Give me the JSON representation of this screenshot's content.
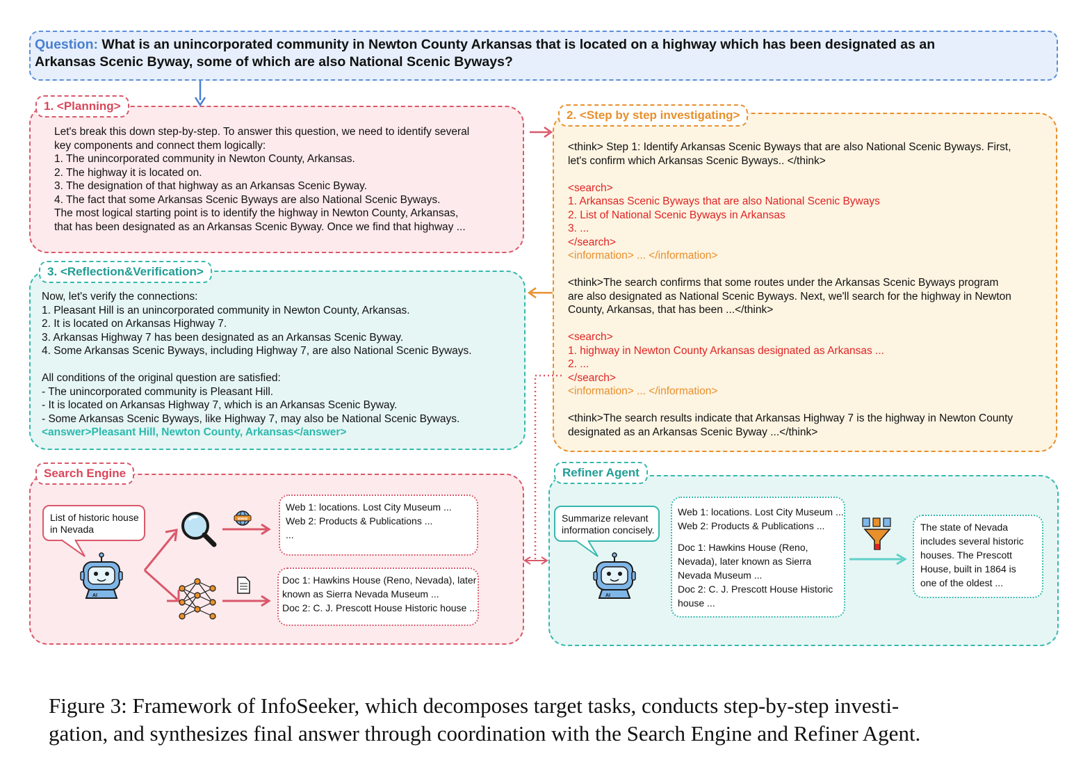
{
  "question": {
    "label": "Question:",
    "line1": "What is an unincorporated community in Newton County Arkansas that is located on a highway which has been designated as an",
    "line2": "Arkansas Scenic Byway, some of which are also National Scenic Byways?"
  },
  "planning": {
    "title": "1. <Planning>",
    "lines": [
      "Let's break this down step-by-step. To answer this question, we need to identify several",
      "key components and connect them logically:",
      "1. The unincorporated community in Newton County, Arkansas.",
      "2. The highway it is located on.",
      "3. The designation of that highway as an Arkansas Scenic Byway.",
      "4. The fact that some Arkansas Scenic Byways are also National Scenic Byways.",
      "The most logical starting point is to identify the highway in Newton County, Arkansas,",
      "that has been designated as an Arkansas Scenic Byway. Once we find that highway ..."
    ]
  },
  "investigating": {
    "title": "2. <Step by step investigating>",
    "lines": [
      {
        "text": "<think> Step 1: Identify Arkansas Scenic Byways that are also National Scenic Byways. First,",
        "color": "black"
      },
      {
        "text": "let's confirm which Arkansas Scenic Byways.. </think>",
        "color": "black"
      },
      {
        "text": "",
        "color": "black"
      },
      {
        "text": "<search>",
        "color": "red"
      },
      {
        "text": "1. Arkansas Scenic Byways that are also National Scenic Byways",
        "color": "red"
      },
      {
        "text": "2. List of National Scenic Byways in Arkansas",
        "color": "red"
      },
      {
        "text": "3. ...",
        "color": "red"
      },
      {
        "text": "</search>",
        "color": "red"
      },
      {
        "text": "<information> ... </information>",
        "color": "orange"
      },
      {
        "text": "",
        "color": "black"
      },
      {
        "text": "<think>The search confirms that some routes under the Arkansas Scenic Byways program",
        "color": "black"
      },
      {
        "text": "are also designated as National Scenic Byways. Next, we'll search for the highway in Newton",
        "color": "black"
      },
      {
        "text": "County, Arkansas, that has been ...</think>",
        "color": "black"
      },
      {
        "text": "",
        "color": "black"
      },
      {
        "text": "<search>",
        "color": "red"
      },
      {
        "text": "1. highway in Newton County Arkansas designated as Arkansas ...",
        "color": "red"
      },
      {
        "text": "2. ...",
        "color": "red"
      },
      {
        "text": "</search>",
        "color": "red"
      },
      {
        "text": "<information> ... </information>",
        "color": "orange"
      },
      {
        "text": "",
        "color": "black"
      },
      {
        "text": "<think>The search results indicate that Arkansas Highway 7 is the highway in Newton County",
        "color": "black"
      },
      {
        "text": "designated as an Arkansas Scenic Byway ...</think>",
        "color": "black"
      }
    ]
  },
  "reflection": {
    "title": "3. <Reflection&Verification>",
    "lines": [
      {
        "text": "Now, let's verify the connections:",
        "color": "black"
      },
      {
        "text": "1. Pleasant Hill is an unincorporated community in Newton County, Arkansas.",
        "color": "black"
      },
      {
        "text": "2. It is located on Arkansas Highway 7.",
        "color": "black"
      },
      {
        "text": "3. Arkansas Highway 7 has been designated as an Arkansas Scenic Byway.",
        "color": "black"
      },
      {
        "text": "4. Some Arkansas Scenic Byways, including Highway 7, are also National Scenic Byways.",
        "color": "black"
      },
      {
        "text": "",
        "color": "black"
      },
      {
        "text": "All conditions of the original question are satisfied:",
        "color": "black"
      },
      {
        "text": "- The unincorporated community is Pleasant Hill.",
        "color": "black"
      },
      {
        "text": "- It is located on Arkansas Highway 7, which is an Arkansas Scenic Byway.",
        "color": "black"
      },
      {
        "text": "- Some Arkansas Scenic Byways, like Highway 7, may also be National Scenic Byways.",
        "color": "black"
      },
      {
        "text": "<answer>Pleasant Hill, Newton County, Arkansas</answer>",
        "color": "teal"
      }
    ]
  },
  "search_engine": {
    "title": "Search Engine",
    "query_line1": "List of historic house",
    "query_line2": "in Nevada",
    "www_label": "www",
    "web_results": [
      "Web 1: locations. Lost City Museum ...",
      "Web 2: Products & Publications ...",
      "..."
    ],
    "doc_results": [
      "Doc 1: Hawkins House (Reno, Nevada), later",
      "known as Sierra Nevada Museum ...",
      "Doc 2: C. J. Prescott House Historic house ..."
    ],
    "robot_badge": "AI"
  },
  "refiner": {
    "title": "Refiner Agent",
    "prompt_line1": "Summarize relevant",
    "prompt_line2": "information concisely.",
    "inputs": [
      "Web 1: locations. Lost City Museum ...",
      "Web 2: Products & Publications ...",
      "",
      "Doc 1: Hawkins House (Reno,",
      "Nevada), later known as Sierra",
      "Nevada Museum ...",
      "Doc 2: C. J. Prescott House Historic",
      "house ..."
    ],
    "output": [
      "The state of Nevada",
      "includes several historic",
      "houses. The Prescott",
      "House, built in 1864 is",
      "one of the oldest ..."
    ],
    "robot_badge": "AI"
  },
  "caption": {
    "line1": "Figure 3: Framework of InfoSeeker, which decomposes target tasks, conducts step-by-step investi-",
    "line2": "gation, and synthesizes final answer through coordination with the Search Engine and Refiner Agent."
  },
  "colors": {
    "question_border": "#5b8fd9",
    "question_bg": "#e6effb",
    "question_label": "#4a7fd0",
    "planning_border": "#d9586a",
    "planning_bg": "#fdeaec",
    "investigate_border": "#e8902c",
    "investigate_bg": "#fdf4e2",
    "reflect_border": "#35b8ae",
    "reflect_bg": "#e6f6f4",
    "search_red": "#e02424"
  }
}
